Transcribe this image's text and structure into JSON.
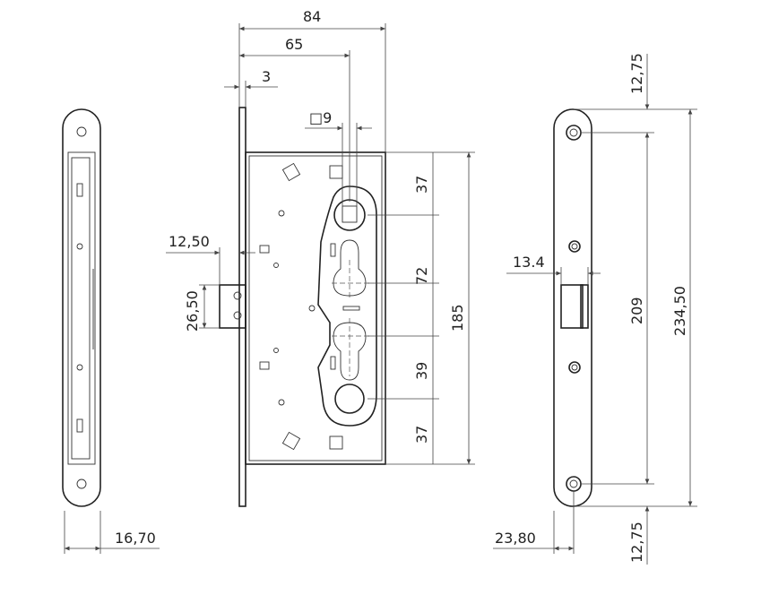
{
  "title": "Mortise lock technical drawing",
  "dimensions": {
    "overall_width": "84",
    "backset": "65",
    "faceplate_thickness": "3",
    "spindle_square": "□9",
    "top_to_spindle": "37",
    "spindle_to_cylinder": "72",
    "case_height": "185",
    "cylinder_spacing": "39",
    "bottom_to_hole": "37",
    "latch_projection": "12,50",
    "latch_height": "26,50",
    "faceplate_depth": "16,70",
    "screw_offset_top": "12,75",
    "screw_spacing": "209",
    "faceplate_length": "234,50",
    "strike_projection": "13.4",
    "strike_width": "23,80",
    "screw_offset_bottom": "12,75"
  }
}
